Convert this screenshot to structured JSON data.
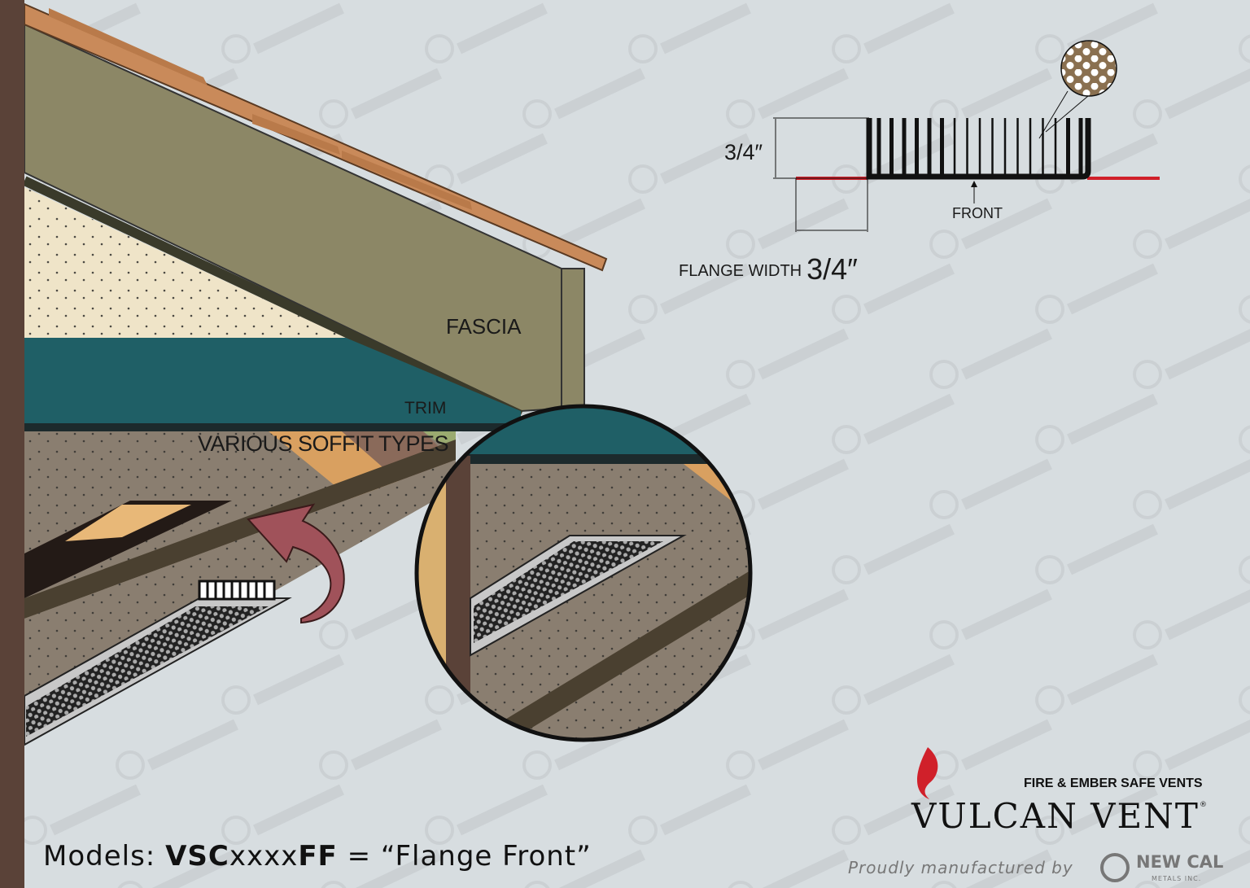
{
  "labels": {
    "fascia": "FASCIA",
    "trim": "TRIM",
    "soffit": "VARIOUS SOFFIT TYPES"
  },
  "dimension_detail": {
    "height": "3/4″",
    "front": "FRONT",
    "flange_width_label": "FLANGE WIDTH",
    "flange_width_value": "3/4″"
  },
  "footer": {
    "models_prefix": "Models: ",
    "models_code": "VSC",
    "models_x": "xxxx",
    "models_suffix": "FF",
    "models_eq": " = “Flange Front”"
  },
  "branding": {
    "tagline": "FIRE & EMBER SAFE VENTS",
    "brand": "VULCAN VENT",
    "registered": "®",
    "made_by": "Proudly manufactured by",
    "maker": "NEW CAL",
    "maker_sub": "METALS INC.",
    "watermark": "NEW CAL"
  },
  "colors": {
    "background": "#d7dde0",
    "wall": "#5a4238",
    "rafter": "#8c8766",
    "roof": "#c98a5a",
    "insulation": "#efe4c8",
    "trim": "#1f5f66",
    "soffit": "#8a7e70",
    "arrow": "#a0525a",
    "flange_red": "#d0202a",
    "flame": "#d0202a"
  }
}
